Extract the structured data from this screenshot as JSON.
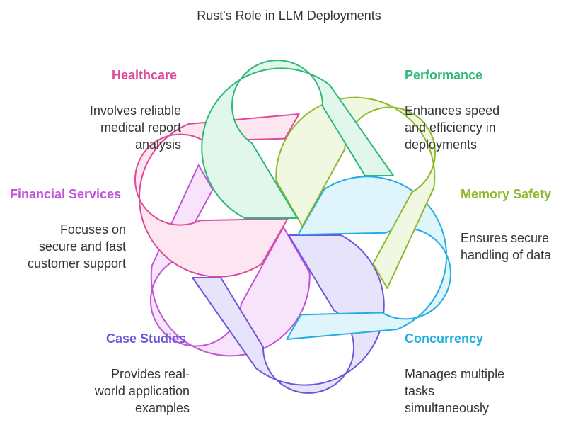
{
  "title": "Rust's Role in LLM Deployments",
  "items": {
    "healthcare": {
      "heading": "Healthcare",
      "desc": [
        "Involves reliable",
        "medical report",
        "analysis"
      ],
      "color": "#dd4a9a",
      "fill": "#fde6f0"
    },
    "performance": {
      "heading": "Performance",
      "desc": [
        "Enhances speed",
        "and efficiency in",
        "deployments"
      ],
      "color": "#2fb87a",
      "fill": "#e1f7ec"
    },
    "financial": {
      "heading": "Financial Services",
      "desc": [
        "Focuses on",
        "secure and fast",
        "customer support"
      ],
      "color": "#c054d8",
      "fill": "#f7e4fb"
    },
    "memory": {
      "heading": "Memory Safety",
      "desc": [
        "Ensures secure",
        "handling of data"
      ],
      "color": "#8cba2a",
      "fill": "#f1f8e1"
    },
    "case": {
      "heading": "Case Studies",
      "desc": [
        "Provides real-",
        "world application",
        "examples"
      ],
      "color": "#6f56d8",
      "fill": "#e7e3fb"
    },
    "concurrency": {
      "heading": "Concurrency",
      "desc": [
        "Manages multiple",
        "tasks",
        "simultaneously"
      ],
      "color": "#21aee0",
      "fill": "#e0f4fb"
    }
  }
}
